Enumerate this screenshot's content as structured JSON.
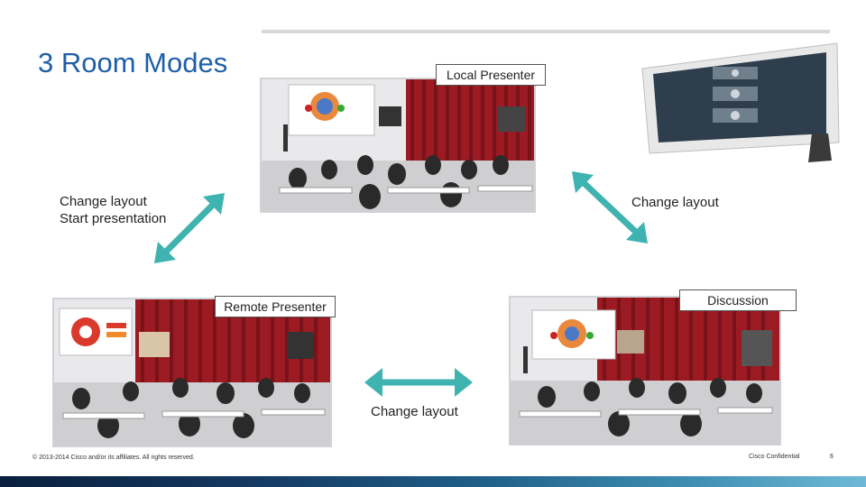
{
  "slide": {
    "title": "3 Room Modes",
    "labels": {
      "local_presenter": "Local Presenter",
      "remote_presenter": "Remote Presenter",
      "discussion": "Discussion"
    },
    "notes": {
      "left_line1": "Change layout",
      "left_line2": "Start presentation",
      "right": "Change layout",
      "bottom": "Change layout"
    },
    "footer": {
      "copyright": "© 2013-2014 Cisco and/or its affiliates. All rights reserved.",
      "confidential": "Cisco Confidential",
      "page_number": "6"
    },
    "colors": {
      "title": "#1f5fa8",
      "arrow": "#3fb3b0",
      "curtain": "#9c1a22"
    }
  }
}
